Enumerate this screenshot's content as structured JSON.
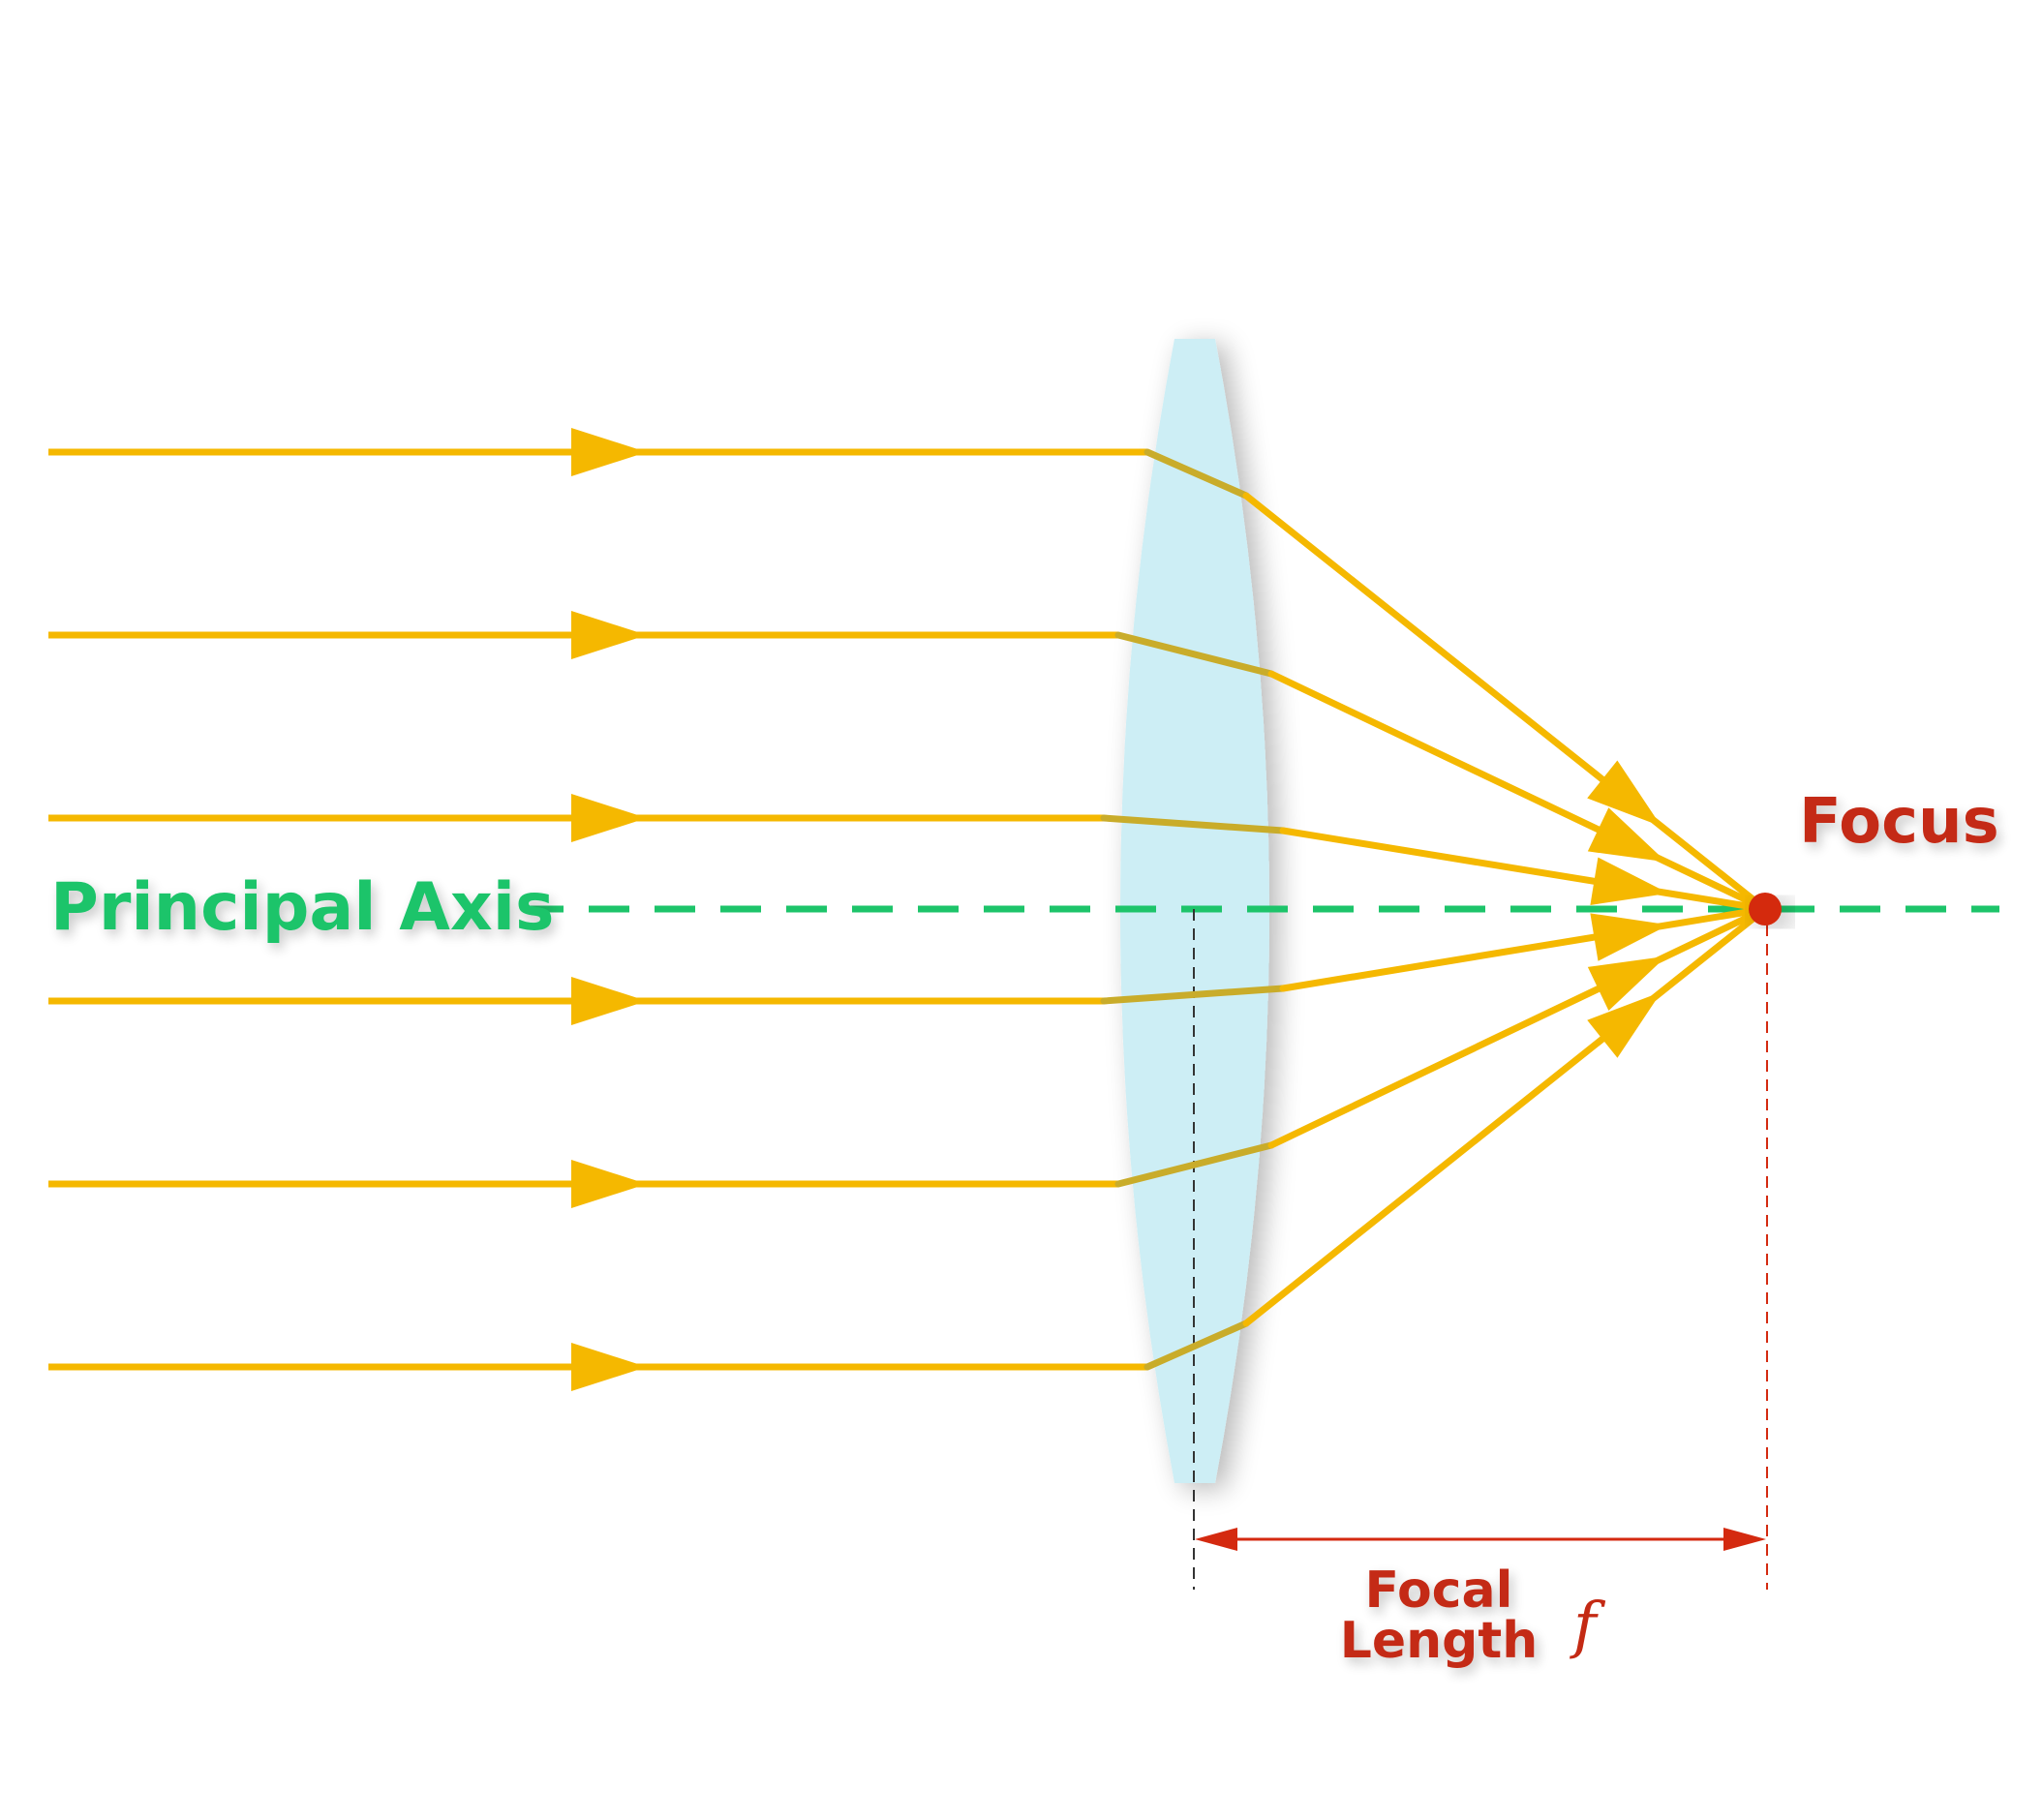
{
  "labels": {
    "principal_axis": "Principal Axis",
    "focus": "Focus",
    "focal_line1": "Focal",
    "focal_line2": "Length",
    "focal_symbol": "f"
  },
  "colors": {
    "ray": "#F5B800",
    "ray_in_lens": "#C9AC2A",
    "lens_fill": "#CDEEF5",
    "axis": "#1DC46A",
    "focus_point": "#D42A10",
    "dimension": "#D42A10",
    "label_red": "#C42A14",
    "label_green": "#1DC46A",
    "guide_black": "#333333"
  },
  "rays": [
    {
      "name": "ray-1"
    },
    {
      "name": "ray-2"
    },
    {
      "name": "ray-3"
    },
    {
      "name": "ray-4"
    },
    {
      "name": "ray-5"
    },
    {
      "name": "ray-6"
    }
  ]
}
